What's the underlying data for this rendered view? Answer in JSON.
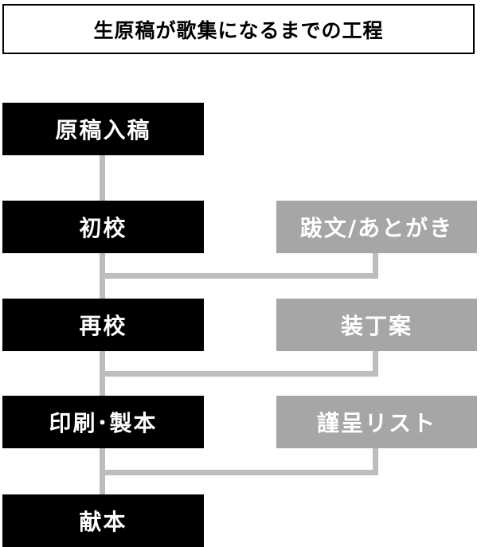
{
  "title": "生原稿が歌集になるまでの工程",
  "main_steps": [
    "原稿入稿",
    "初校",
    "再校",
    "印刷･製本",
    "献本"
  ],
  "side_steps": [
    "跋文/あとがき",
    "装丁案",
    "謹呈リスト"
  ],
  "colors": {
    "main_box": "#000000",
    "side_box": "#a6a6a6",
    "connector": "#bdbdbd",
    "text_on_box": "#ffffff"
  }
}
